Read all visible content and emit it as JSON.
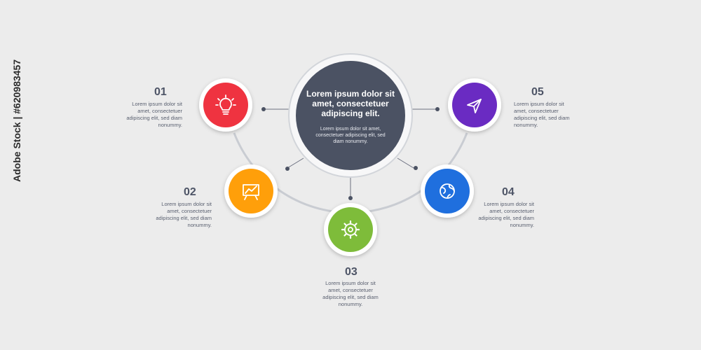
{
  "center": {
    "title": "Lorem ipsum dolor sit amet, consectetuer adipiscing elit.",
    "body": "Lorem ipsum dolor sit amet, consectetuer adipiscing elit, sed diam nonummy."
  },
  "steps": [
    {
      "number": "01",
      "text": "Lorem ipsum dolor sit amet, consectetuer adipiscing elit, sed diam nonummy.",
      "color": "#ef3340",
      "icon": "lightbulb-icon"
    },
    {
      "number": "02",
      "text": "Lorem ipsum dolor sit amet, consectetuer adipiscing elit, sed diam nonummy.",
      "color": "#ff9f0a",
      "icon": "presentation-chart-icon"
    },
    {
      "number": "03",
      "text": "Lorem ipsum dolor sit amet, consectetuer adipiscing elit, sed diam nonummy.",
      "color": "#7ebc3a",
      "icon": "gear-icon"
    },
    {
      "number": "04",
      "text": "Lorem ipsum dolor sit amet, consectetuer adipiscing elit, sed diam nonummy.",
      "color": "#1f6fde",
      "icon": "globe-icon"
    },
    {
      "number": "05",
      "text": "Lorem ipsum dolor sit amet, consectetuer adipiscing elit, sed diam nonummy.",
      "color": "#6a2bc2",
      "icon": "paper-plane-icon"
    }
  ],
  "center_color": "#4b5263",
  "watermark": "Adobe Stock | #620983457"
}
